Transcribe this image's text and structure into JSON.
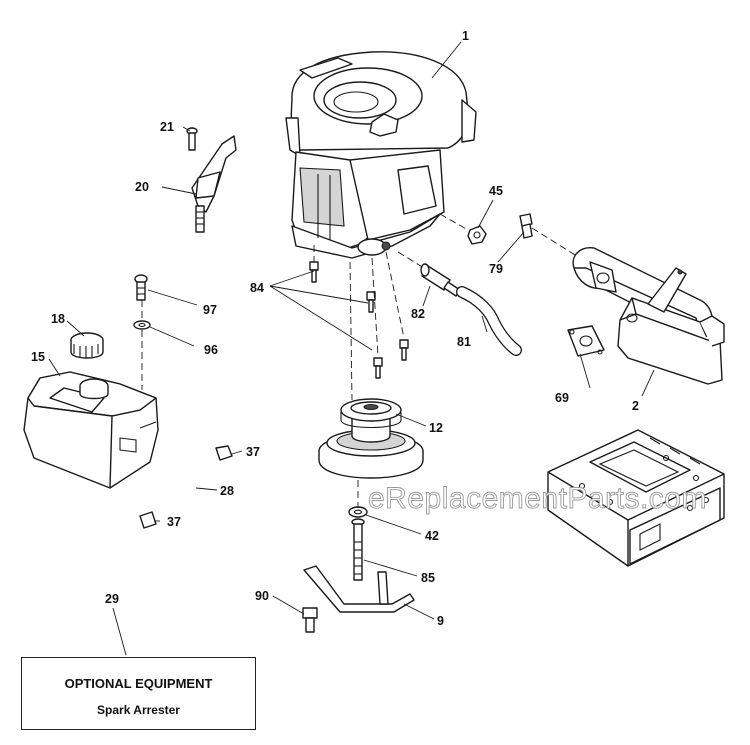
{
  "parts": [
    {
      "id": "p1",
      "label": "1"
    },
    {
      "id": "p2",
      "label": "2"
    },
    {
      "id": "p9",
      "label": "9"
    },
    {
      "id": "p12",
      "label": "12"
    },
    {
      "id": "p15",
      "label": "15"
    },
    {
      "id": "p18",
      "label": "18"
    },
    {
      "id": "p20",
      "label": "20"
    },
    {
      "id": "p21",
      "label": "21"
    },
    {
      "id": "p28",
      "label": "28"
    },
    {
      "id": "p29",
      "label": "29"
    },
    {
      "id": "p37a",
      "label": "37"
    },
    {
      "id": "p37b",
      "label": "37"
    },
    {
      "id": "p42",
      "label": "42"
    },
    {
      "id": "p45",
      "label": "45"
    },
    {
      "id": "p69",
      "label": "69"
    },
    {
      "id": "p79",
      "label": "79"
    },
    {
      "id": "p81",
      "label": "81"
    },
    {
      "id": "p82",
      "label": "82"
    },
    {
      "id": "p84",
      "label": "84"
    },
    {
      "id": "p85",
      "label": "85"
    },
    {
      "id": "p90",
      "label": "90"
    },
    {
      "id": "p96",
      "label": "96"
    },
    {
      "id": "p97",
      "label": "97"
    }
  ],
  "optional_box": {
    "title": "OPTIONAL EQUIPMENT",
    "item": "Spark Arrester"
  },
  "watermark": "eReplacementParts.com"
}
